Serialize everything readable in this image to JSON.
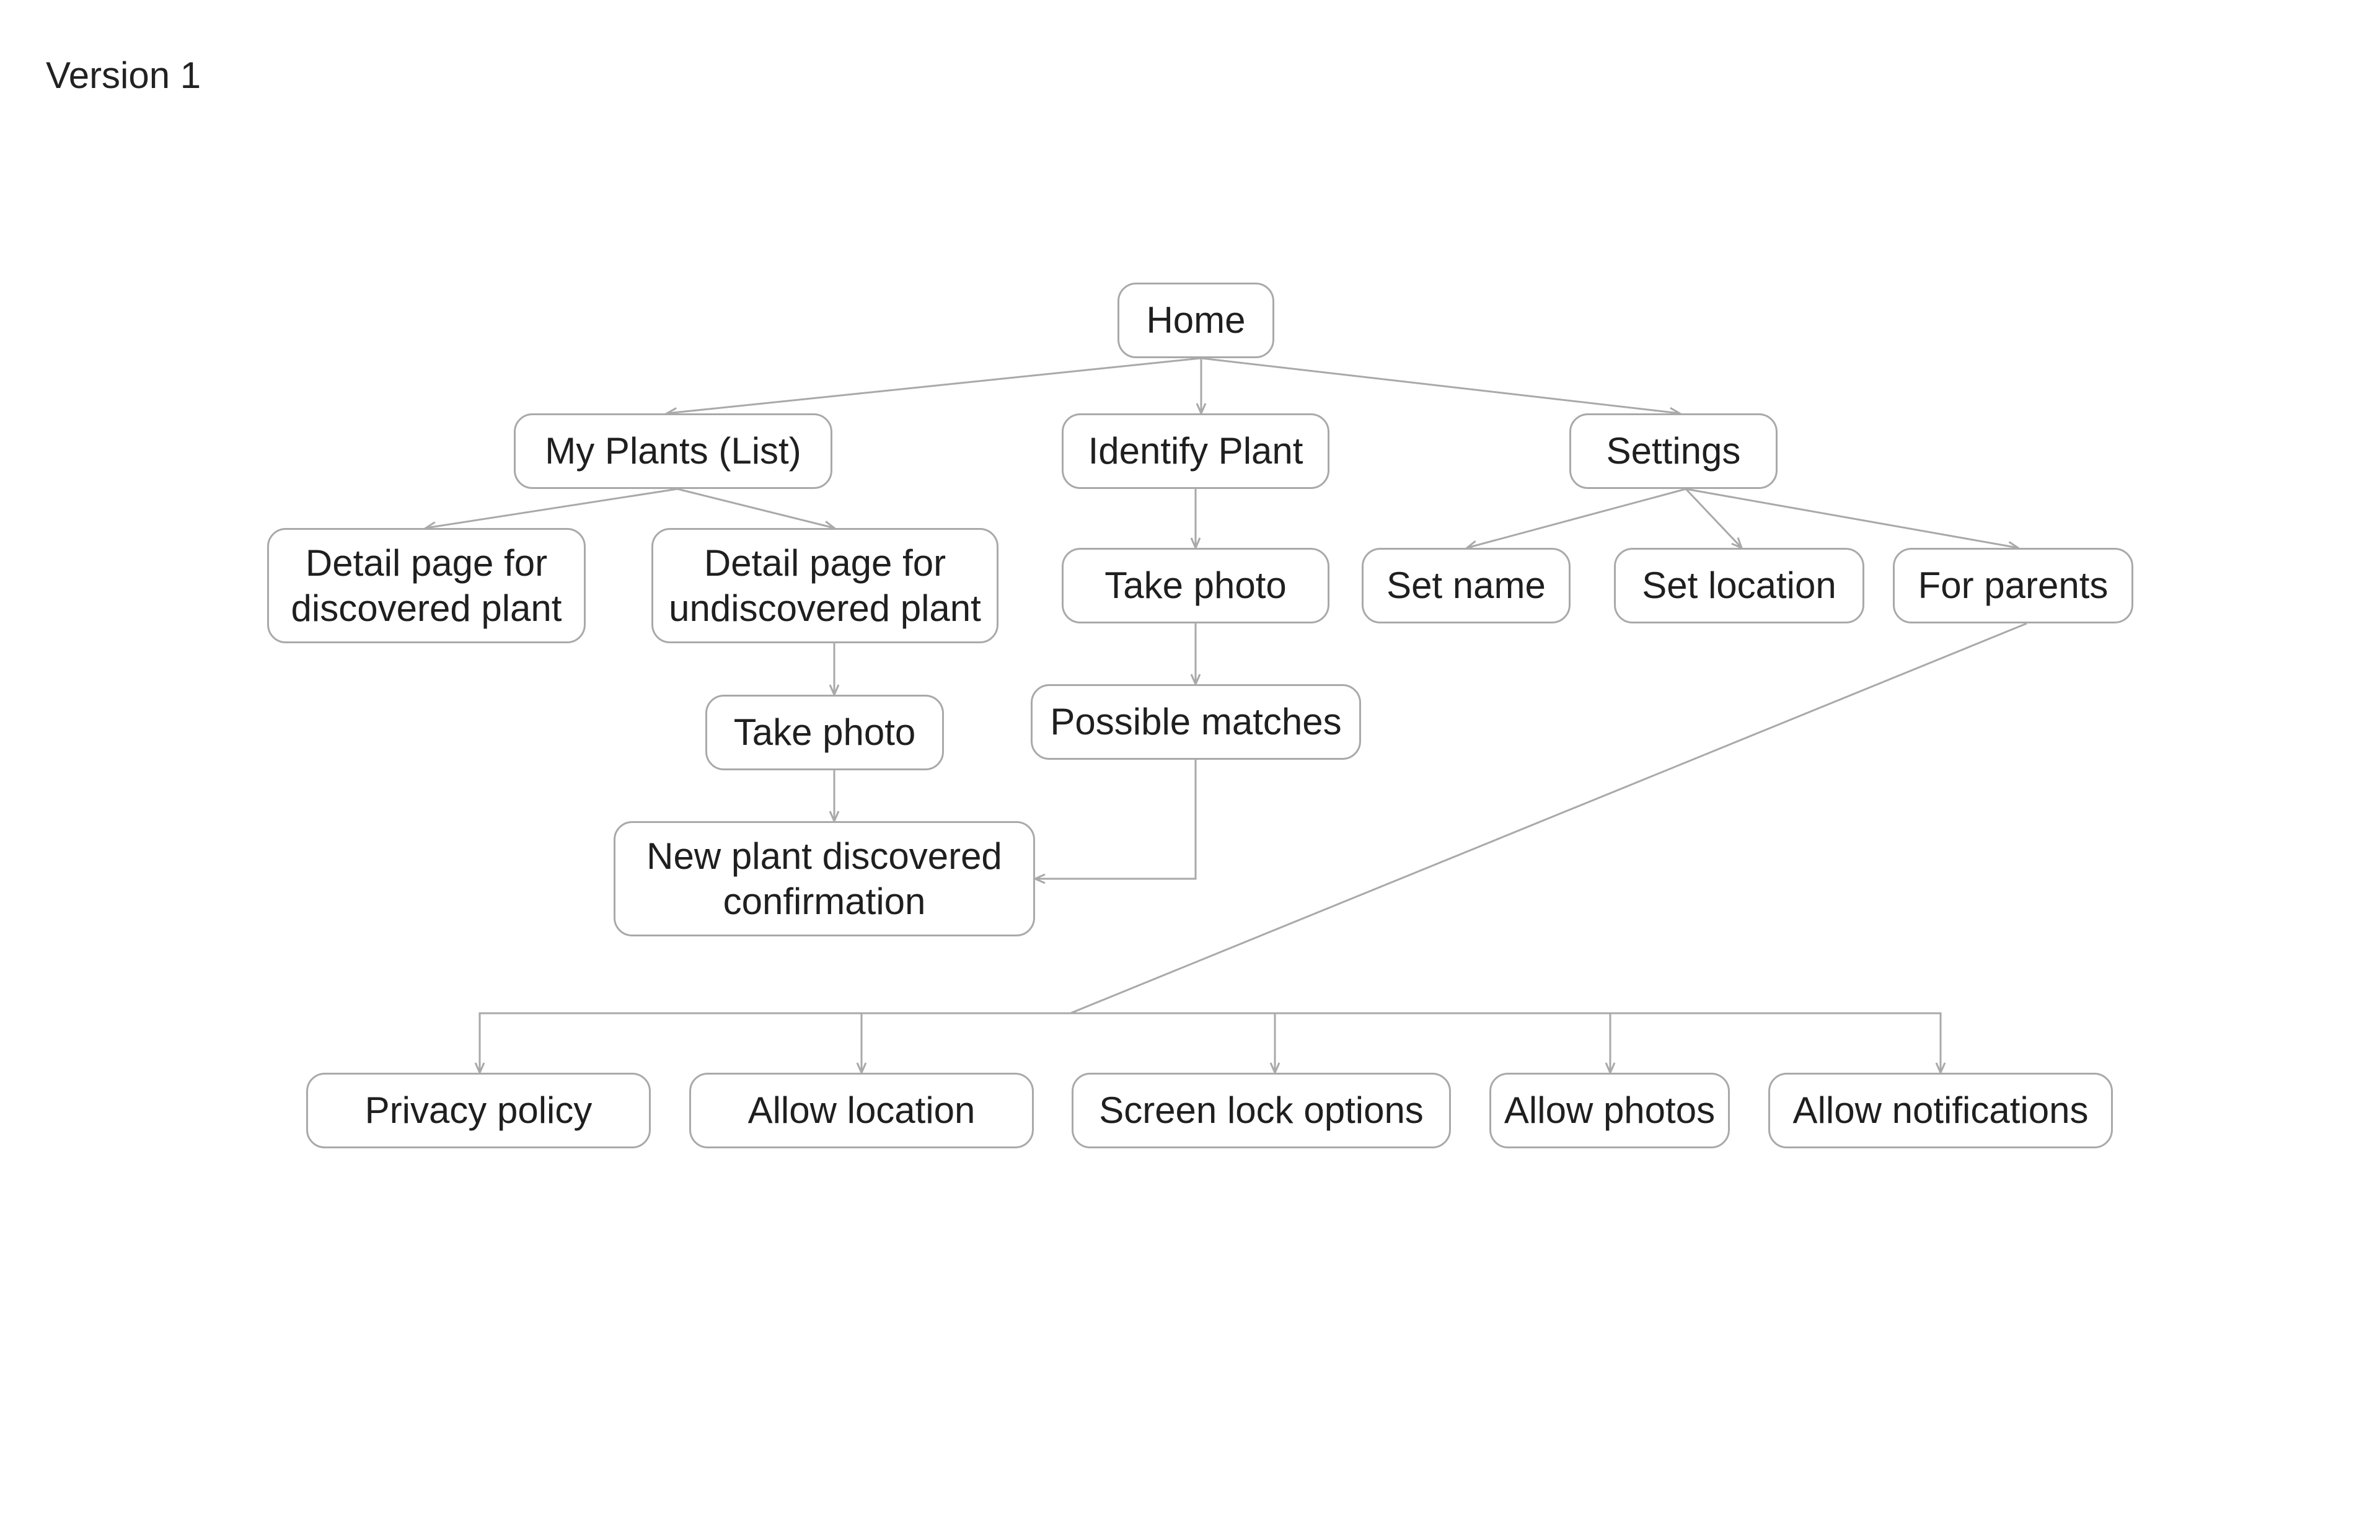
{
  "page": {
    "title": "Version 1"
  },
  "colors": {
    "line": "#a9a9a9",
    "node_border": "#a9a9a9",
    "text": "#1f1f1f"
  },
  "diagram": {
    "nodes": {
      "home": "Home",
      "my_plants": "My Plants (List)",
      "identify_plant": "Identify Plant",
      "settings": "Settings",
      "detail_discovered": "Detail page for\ndiscovered plant",
      "detail_undiscovered": "Detail page for\nundiscovered plant",
      "take_photo_identify": "Take photo",
      "set_name": "Set name",
      "set_location": "Set location",
      "for_parents": "For parents",
      "take_photo_undiscovered": "Take photo",
      "possible_matches": "Possible matches",
      "new_plant_confirmation": "New plant discovered\nconfirmation",
      "privacy_policy": "Privacy policy",
      "allow_location": "Allow location",
      "screen_lock_options": "Screen lock options",
      "allow_photos": "Allow photos",
      "allow_notifications": "Allow notifications"
    },
    "edges": [
      {
        "from": "home",
        "to": "my_plants"
      },
      {
        "from": "home",
        "to": "identify_plant"
      },
      {
        "from": "home",
        "to": "settings"
      },
      {
        "from": "my_plants",
        "to": "detail_discovered"
      },
      {
        "from": "my_plants",
        "to": "detail_undiscovered"
      },
      {
        "from": "identify_plant",
        "to": "take_photo_identify"
      },
      {
        "from": "settings",
        "to": "set_name"
      },
      {
        "from": "settings",
        "to": "set_location"
      },
      {
        "from": "settings",
        "to": "for_parents"
      },
      {
        "from": "detail_undiscovered",
        "to": "take_photo_undiscovered"
      },
      {
        "from": "take_photo_identify",
        "to": "possible_matches"
      },
      {
        "from": "take_photo_undiscovered",
        "to": "new_plant_confirmation"
      },
      {
        "from": "possible_matches",
        "to": "new_plant_confirmation"
      },
      {
        "from": "for_parents",
        "to": "privacy_policy"
      },
      {
        "from": "for_parents",
        "to": "allow_location"
      },
      {
        "from": "for_parents",
        "to": "screen_lock_options"
      },
      {
        "from": "for_parents",
        "to": "allow_photos"
      },
      {
        "from": "for_parents",
        "to": "allow_notifications"
      }
    ]
  }
}
